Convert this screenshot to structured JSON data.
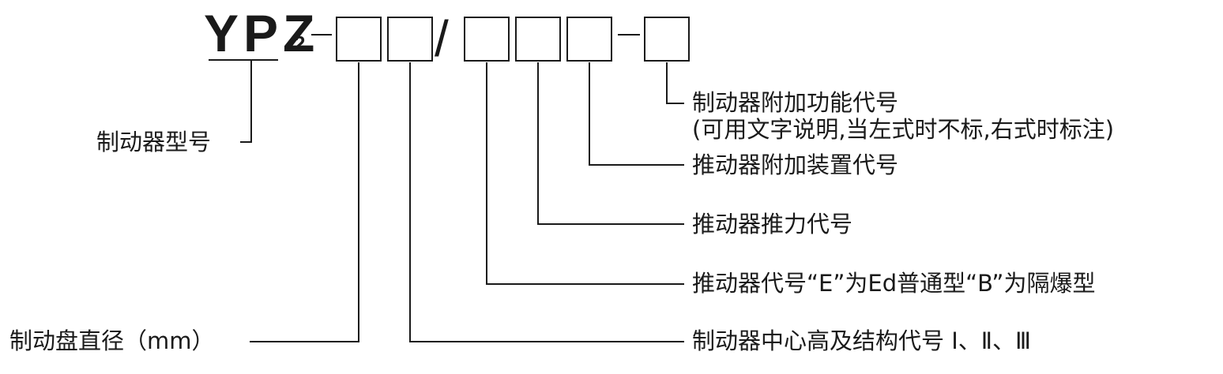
{
  "model": {
    "prefix": "YPZ",
    "subscript": "2",
    "separator": "/"
  },
  "labels": {
    "brake_model": "制动器型号",
    "disc_diameter": "制动盘直径（mm）",
    "center_height": "制动器中心高及结构代号 Ⅰ、Ⅱ、Ⅲ",
    "pusher_code": "推动器代号“E”为Ed普通型“B”为隔爆型",
    "thrust_code": "推动器推力代号",
    "pusher_device": "推动器附加装置代号",
    "extra_function_line1": "制动器附加功能代号",
    "extra_function_line2": "(可用文字说明,当左式时不标,右式时标注)"
  },
  "colors": {
    "ink": "#1a1a1a",
    "background": "#ffffff"
  }
}
